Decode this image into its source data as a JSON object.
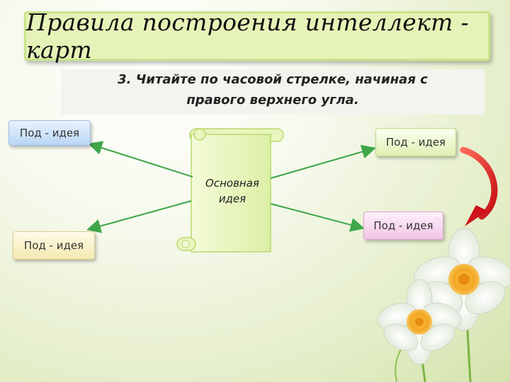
{
  "title": "Правила построения  интеллект - карт",
  "subtitle_line1": "3. Читайте по часовой стрелке, начиная с",
  "subtitle_line2": "правого верхнего угла.",
  "center_line1": "Основная",
  "center_line2": "идея",
  "nodes": {
    "top_left": "Под - идея",
    "top_right": "Под - идея",
    "bottom_right": "Под - идея",
    "bottom_left": "Под - идея"
  },
  "colors": {
    "arrow_green": "#3fa64a",
    "arrow_red": "#e0191c"
  }
}
